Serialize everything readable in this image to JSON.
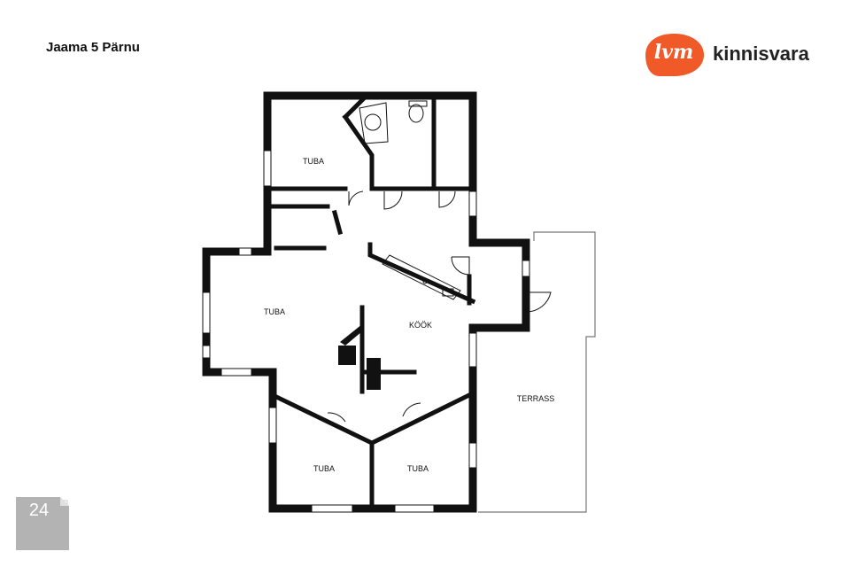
{
  "header": {
    "title": "Jaama 5 Pärnu"
  },
  "brand": {
    "mark": "lvm",
    "name": "kinnisvara",
    "color": "#f05a28"
  },
  "rooms": {
    "tuba_top": "TUBA",
    "tuba_left": "TUBA",
    "kook": "KÖÖK",
    "tuba_bottom_left": "TUBA",
    "tuba_bottom_right": "TUBA",
    "terrass": "TERRASS"
  },
  "footer": {
    "page_number": "24"
  },
  "colors": {
    "wall": "#111111",
    "window": "#ffffff",
    "badge": "#b3b3b3"
  }
}
